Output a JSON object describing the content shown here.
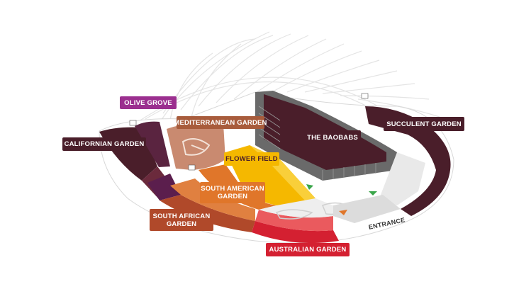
{
  "gardens": {
    "olive_grove": {
      "label": "OLIVE GROVE",
      "color": "#9b2f8f"
    },
    "mediterranean": {
      "label": "MEDITERRANEAN GARDEN",
      "color": "#a85c3c"
    },
    "californian": {
      "label": "CALIFORNIAN GARDEN",
      "color": "#4a1e2a"
    },
    "flower_field": {
      "label": "FLOWER FIELD",
      "color": "#f5b800",
      "text_color": "#4a1e2a"
    },
    "baobabs": {
      "label": "THE BAOBABS",
      "color": "#4a1e2a"
    },
    "succulent": {
      "label": "SUCCULENT GARDEN",
      "color": "#4a1e2a"
    },
    "south_american": {
      "label_line1": "SOUTH AMERICAN",
      "label_line2": "GARDEN",
      "color": "#e0762a"
    },
    "south_african": {
      "label_line1": "SOUTH AFRICAN",
      "label_line2": "GARDEN",
      "color": "#b0492a"
    },
    "australian": {
      "label": "AUSTRALIAN GARDEN",
      "color": "#d42031"
    }
  },
  "entrance_label": "ENTRANCE",
  "icons": [
    "toilet-icon",
    "direction-arrow-icon"
  ]
}
